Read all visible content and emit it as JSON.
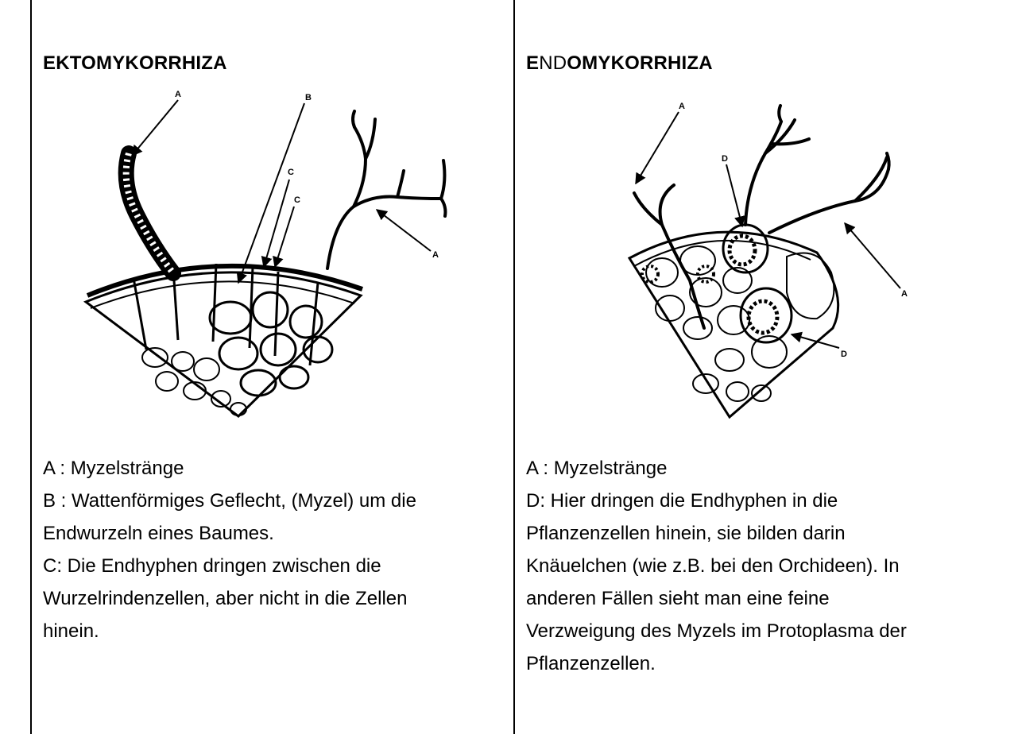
{
  "left": {
    "title": "EKTOMYKORRHIZA",
    "figure_labels": {
      "a_top": "A",
      "b": "B",
      "c1": "C",
      "c2": "C",
      "a_right": "A"
    },
    "caption_lines": [
      "A : Myzelstränge",
      "B : Wattenförmiges Geflecht, (Myzel) um die",
      "Endwurzeln eines Baumes.",
      "C: Die Endhyphen dringen zwischen die",
      "Wurzelrindenzellen, aber nicht in die Zellen",
      "hinein."
    ]
  },
  "right": {
    "title_parts": [
      "E",
      "ND",
      "OMYKORRHIZA"
    ],
    "figure_labels": {
      "a_top": "A",
      "d_top": "D",
      "a_right": "A",
      "d_bottom": "D"
    },
    "caption_lines": [
      "A : Myzelstränge",
      "D: Hier dringen die Endhyphen in die",
      "Pflanzenzellen hinein, sie bilden darin",
      "Knäuelchen (wie z.B. bei den Orchideen). In",
      "anderen Fällen sieht man eine feine",
      "Verzweigung des Myzels im Protoplasma der",
      "Pflanzenzellen."
    ]
  }
}
